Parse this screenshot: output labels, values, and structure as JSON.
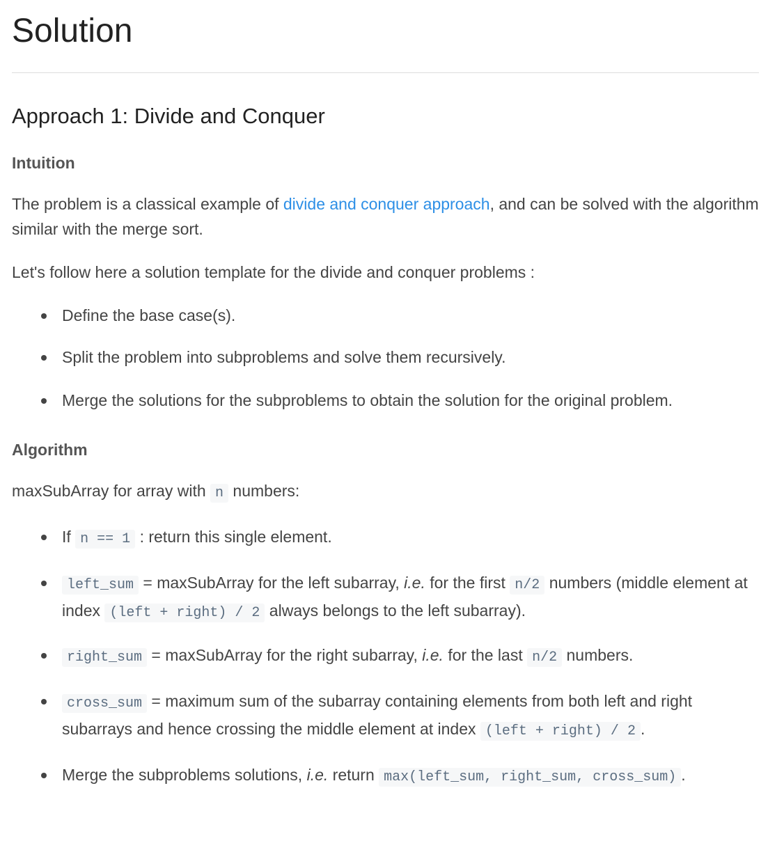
{
  "title": "Solution",
  "approach": {
    "heading": "Approach 1: Divide and Conquer",
    "intuition_heading": "Intuition",
    "intuition_p1_a": "The problem is a classical example of ",
    "intuition_p1_link": "divide and conquer approach",
    "intuition_p1_b": ", and can be solved with the algorithm similar with the merge sort.",
    "intuition_p2": "Let's follow here a solution template for the divide and conquer problems :",
    "template_items": [
      "Define the base case(s).",
      "Split the problem into subproblems and solve them recursively.",
      "Merge the solutions for the subproblems to obtain the solution for the original problem."
    ],
    "algorithm_heading": "Algorithm",
    "algo_intro_a": "maxSubArray for array with ",
    "algo_intro_code": "n",
    "algo_intro_b": " numbers:",
    "steps": {
      "s1_a": "If ",
      "s1_code": "n == 1",
      "s1_b": " : return this single element.",
      "s2_code1": "left_sum",
      "s2_a": " = maxSubArray for the left subarray, ",
      "s2_ie": "i.e.",
      "s2_b": " for the first ",
      "s2_code2": "n/2",
      "s2_c": " numbers (middle element at index ",
      "s2_code3": "(left + right) / 2",
      "s2_d": " always belongs to the left subarray).",
      "s3_code1": "right_sum",
      "s3_a": " = maxSubArray for the right subarray, ",
      "s3_ie": "i.e.",
      "s3_b": " for the last ",
      "s3_code2": "n/2",
      "s3_c": " numbers.",
      "s4_code1": "cross_sum",
      "s4_a": " = maximum sum of the subarray containing elements from both left and right subarrays and hence crossing the middle element at index ",
      "s4_code2": "(left + right) / 2",
      "s4_b": ".",
      "s5_a": "Merge the subproblems solutions, ",
      "s5_ie": "i.e.",
      "s5_b": " return ",
      "s5_code": "max(left_sum, right_sum, cross_sum)",
      "s5_c": "."
    }
  }
}
